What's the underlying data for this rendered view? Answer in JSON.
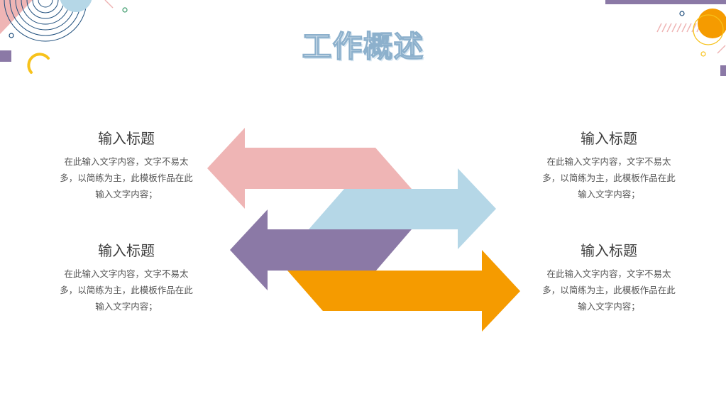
{
  "title": "工作概述",
  "blocks": [
    {
      "heading": "输入标题",
      "body": "在此输入文字内容，文字不易太多，以简练为主，此模板作品在此输入文字内容；"
    },
    {
      "heading": "输入标题",
      "body": "在此输入文字内容，文字不易太多，以简练为主，此模板作品在此输入文字内容；"
    },
    {
      "heading": "输入标题",
      "body": "在此输入文字内容，文字不易太多，以简练为主，此模板作品在此输入文字内容；"
    },
    {
      "heading": "输入标题",
      "body": "在此输入文字内容，文字不易太多，以简练为主，此模板作品在此输入文字内容；"
    }
  ],
  "arrows": [
    {
      "direction": "left",
      "color": "#efb5b5"
    },
    {
      "direction": "right",
      "color": "#b5d7e7"
    },
    {
      "direction": "left",
      "color": "#8b79a6"
    },
    {
      "direction": "right",
      "color": "#f59b00"
    }
  ],
  "palette": {
    "pink": "#efb5b5",
    "blue": "#b5d7e7",
    "purple": "#8b79a6",
    "orange": "#f59b00",
    "yellow": "#f7c21b",
    "teal": "#3a8a8a",
    "navy": "#1e4e7c"
  }
}
